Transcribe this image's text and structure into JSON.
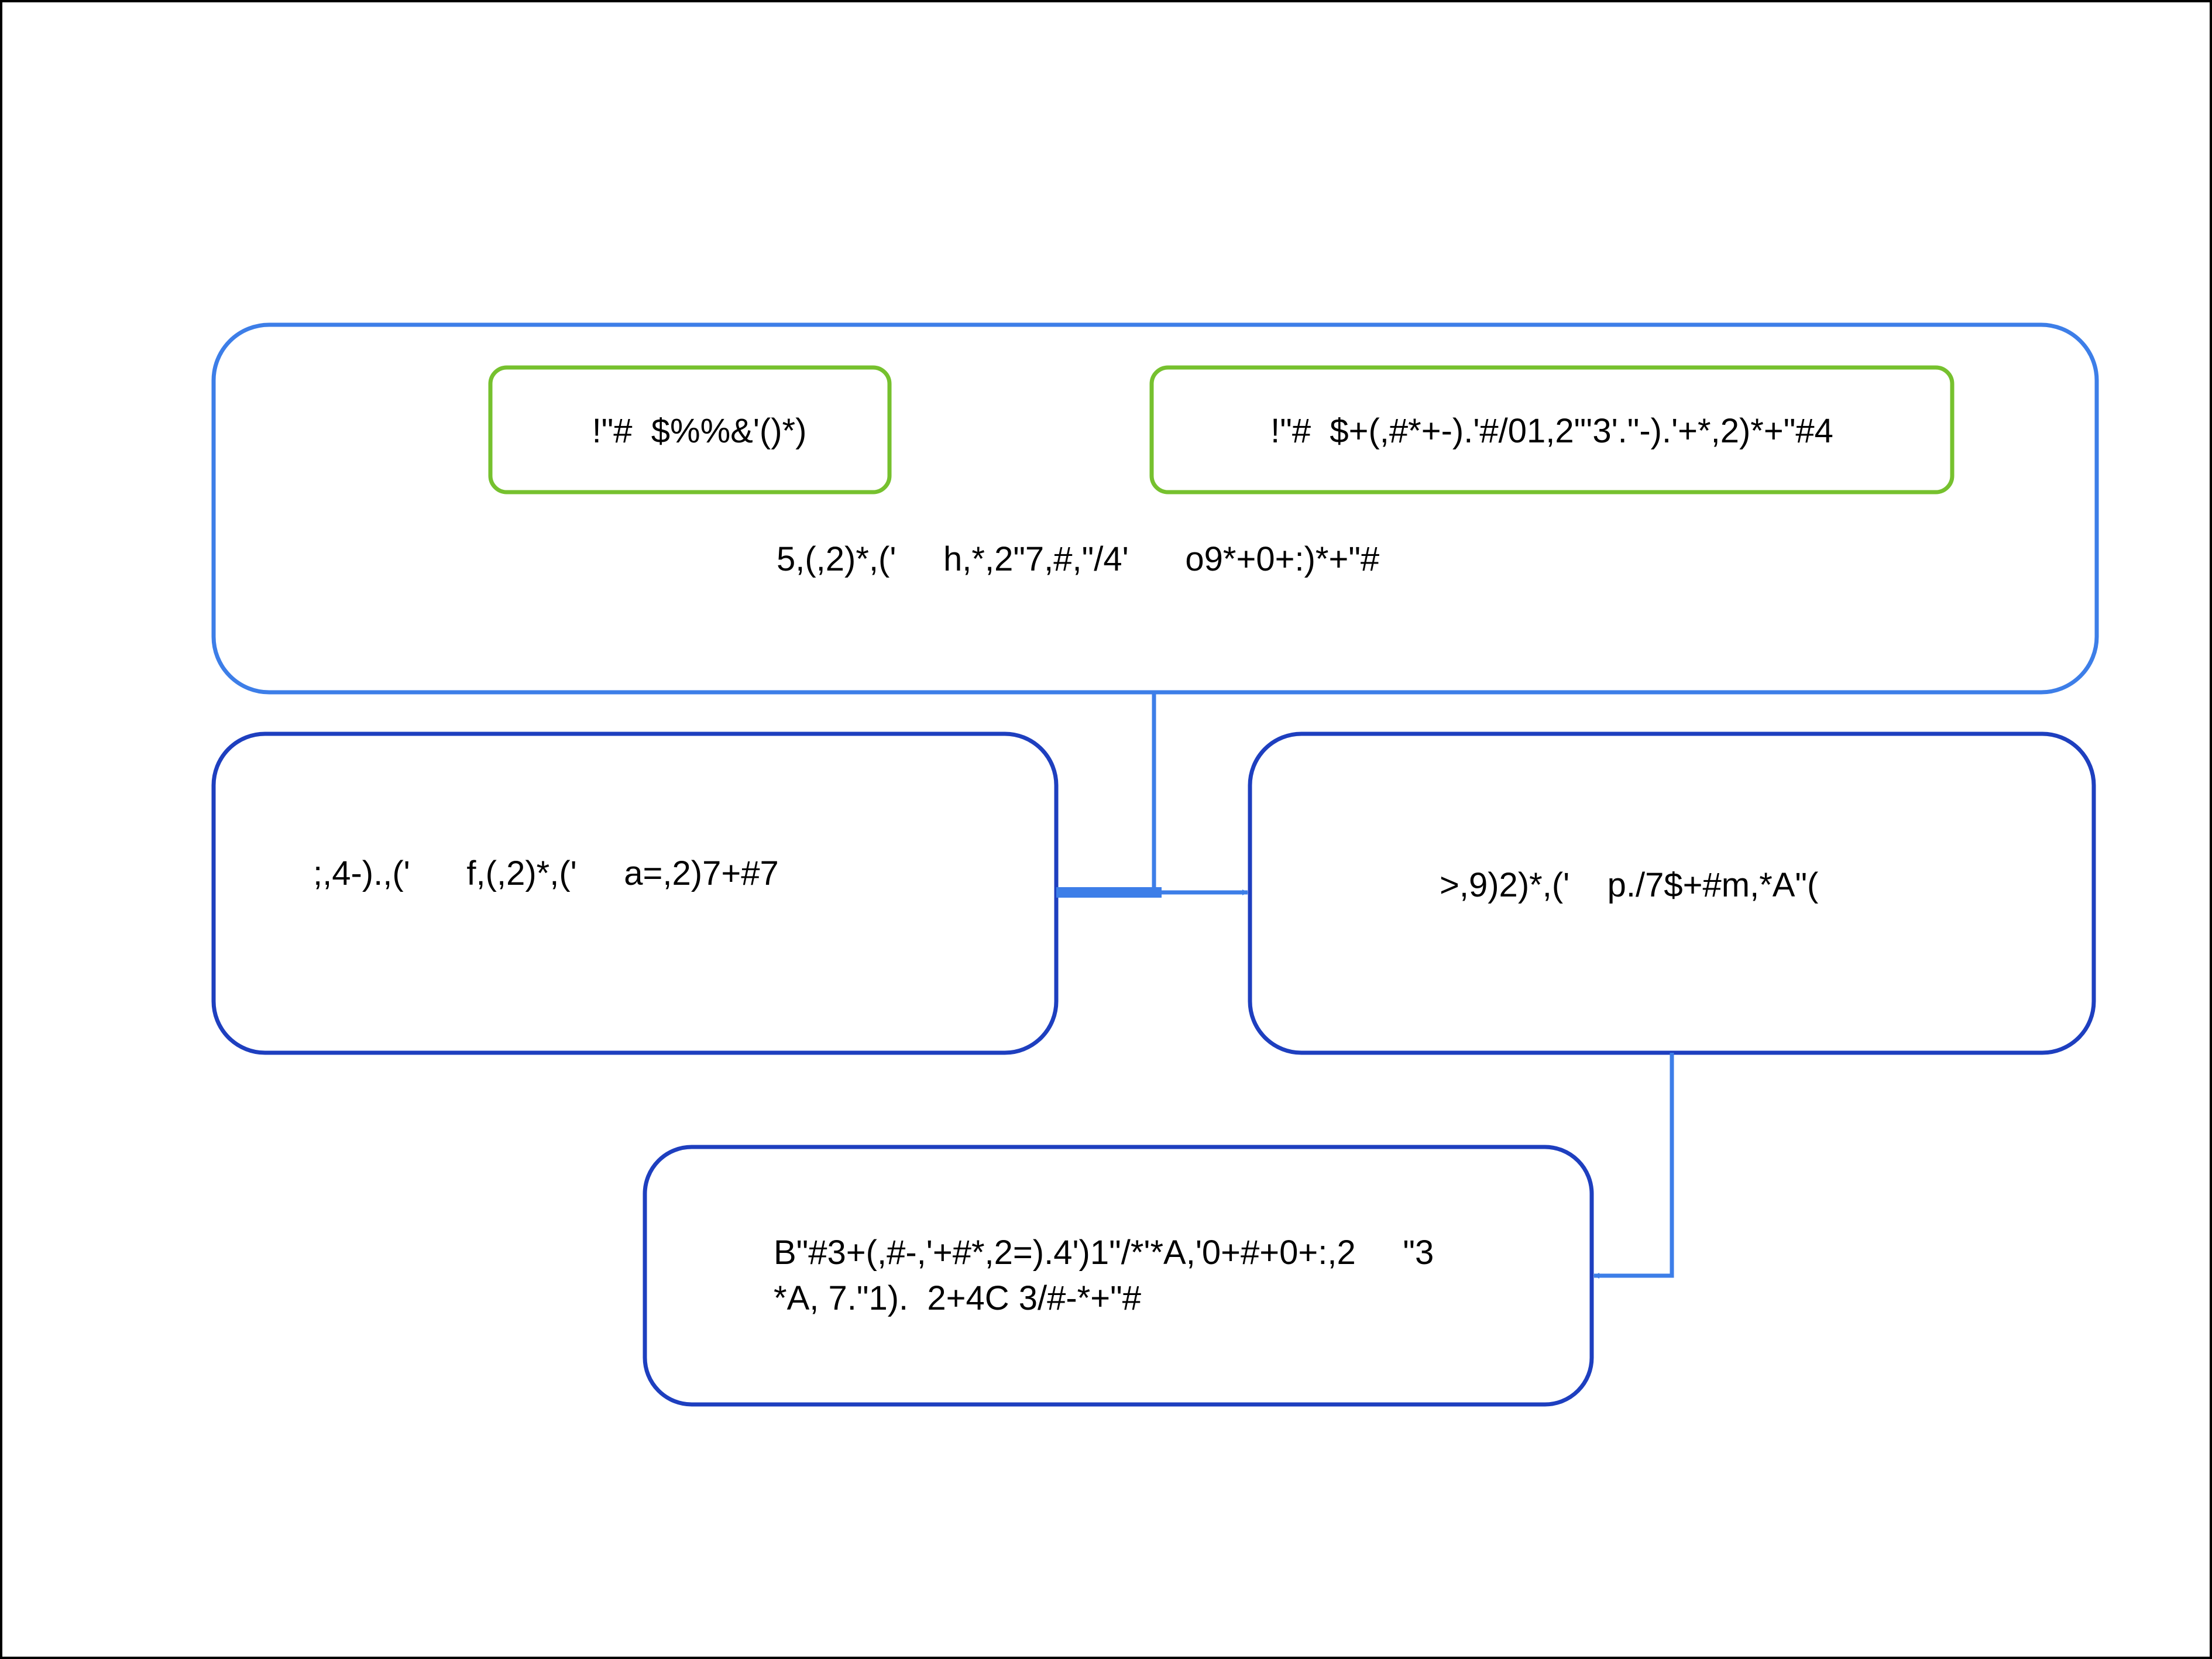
{
  "colors": {
    "background": "#ffffff",
    "frame": "#000000",
    "outer_box": "#3d7ee8",
    "header_box": "#76c12e",
    "node_box": "#1e3fbf",
    "connector": "#3d7ee8",
    "text": "#000000"
  },
  "diagram": {
    "top_group": {
      "header_left": "!\"#  $%%&'()*)",
      "header_right": "!\"#  $+(,#*+-).'#/01,2\"'3'.\"-).'+*,2)*+\"#4",
      "caption": "5,(,2)*,('     h,*,2\"7,#,\"/4'      o9*+0+:)*+\"#"
    },
    "left_node": {
      "label": ";,4-).,('      f,(,2)*,('     a=,2)7+#7"
    },
    "right_node": {
      "label": ">,9)2)*,('    p./7$+#m,*A\"("
    },
    "bottom_node": {
      "line1": "B\"#3+(,#-,'+#*,2=).4')1\"/*'*A,'0+#+0+:,2     \"3",
      "line2": "*A, 7.\"1).  2+4C 3/#-*+\"#"
    }
  }
}
